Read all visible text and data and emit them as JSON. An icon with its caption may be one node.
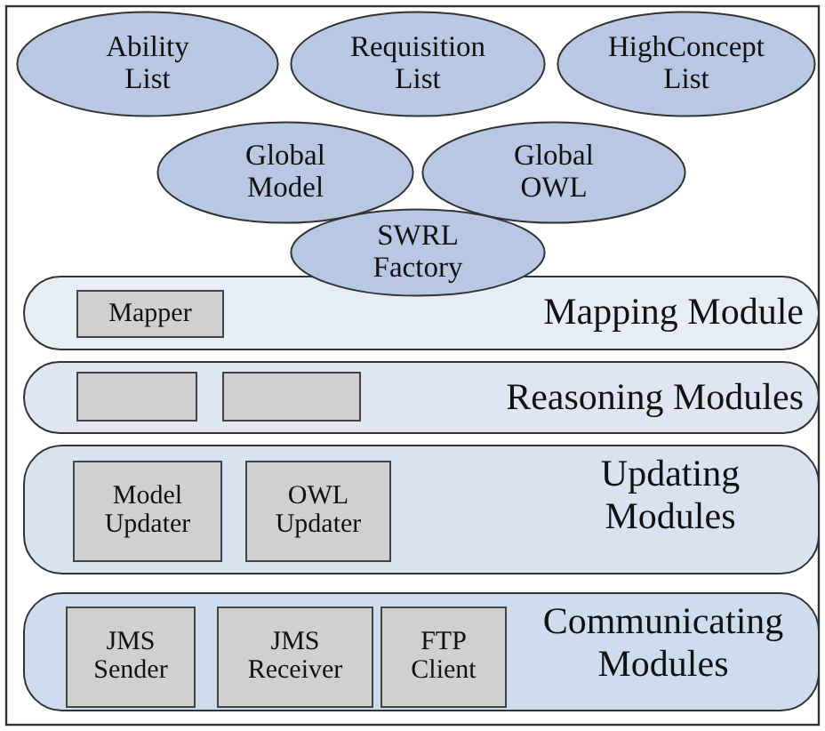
{
  "diagram": {
    "nodes": [
      {
        "text": [
          "Ability List"
        ]
      },
      {
        "text": [
          "Requisition List"
        ]
      },
      {
        "text": [
          "HighConcept List"
        ]
      },
      {
        "text": [
          "Global Model"
        ]
      },
      {
        "text": [
          "Global OWL"
        ]
      },
      {
        "text": [
          "SWRL Factory"
        ]
      },
      {
        "text": [
          "Mapping Module"
        ]
      },
      {
        "text": [
          "Mapper"
        ],
        "in": 6
      },
      {
        "text": [
          "Reasoning Modules"
        ]
      },
      {
        "text": [],
        "shape": "box",
        "in": 8
      },
      {
        "text": [],
        "shape": "box",
        "in": 8
      },
      {
        "text": [
          "Updating Modules"
        ]
      },
      {
        "text": [
          "Model Updater"
        ],
        "in": 11
      },
      {
        "text": [
          "OWL Updater"
        ],
        "in": 11
      },
      {
        "text": [
          "Communicating Modules"
        ]
      },
      {
        "text": [
          "JMS Sender"
        ],
        "in": 14
      },
      {
        "text": [
          "JMS Receiver"
        ],
        "in": 14
      },
      {
        "text": [
          "FTP Client"
        ],
        "in": 14
      }
    ]
  }
}
